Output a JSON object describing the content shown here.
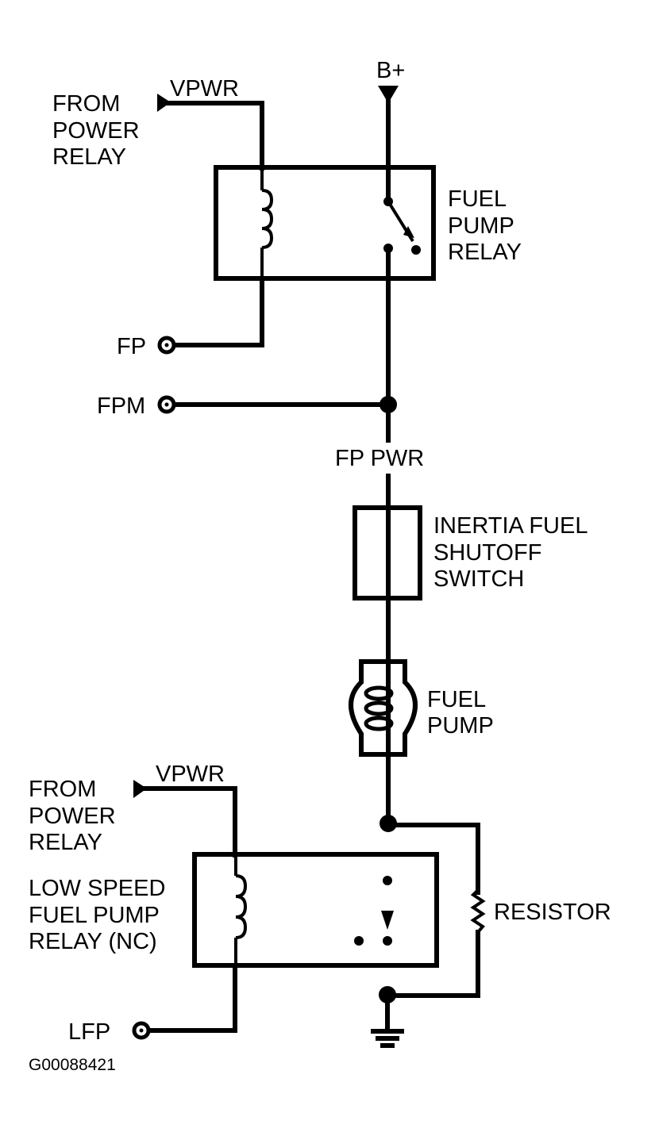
{
  "diagram": {
    "title": "Fuel Pump Circuit Schematic",
    "figure_id": "G00088421",
    "colors": {
      "line": "#000000",
      "background": "#ffffff"
    },
    "labels": {
      "b_plus": "B+",
      "vpwr_top": "VPWR",
      "from_power_relay_top": [
        "FROM",
        "POWER",
        "RELAY"
      ],
      "fuel_pump_relay": [
        "FUEL",
        "PUMP",
        "RELAY"
      ],
      "fp_terminal": "FP",
      "fpm_terminal": "FPM",
      "fp_pwr": "FP PWR",
      "inertia_switch": [
        "INERTIA FUEL",
        "SHUTOFF",
        "SWITCH"
      ],
      "fuel_pump": [
        "FUEL",
        "PUMP"
      ],
      "vpwr_bottom": "VPWR",
      "from_power_relay_bottom": [
        "FROM",
        "POWER",
        "RELAY"
      ],
      "low_speed_relay": [
        "LOW SPEED",
        "FUEL PUMP",
        "RELAY (NC)"
      ],
      "resistor": "RESISTOR",
      "lfp_terminal": "LFP"
    },
    "components": [
      {
        "id": "fuel-pump-relay",
        "type": "relay",
        "contact": "normally-open"
      },
      {
        "id": "inertia-fuel-shutoff-switch",
        "type": "switch"
      },
      {
        "id": "fuel-pump",
        "type": "motor"
      },
      {
        "id": "low-speed-fuel-pump-relay",
        "type": "relay",
        "contact": "normally-closed"
      },
      {
        "id": "resistor",
        "type": "resistor"
      },
      {
        "id": "ground",
        "type": "ground"
      }
    ]
  }
}
